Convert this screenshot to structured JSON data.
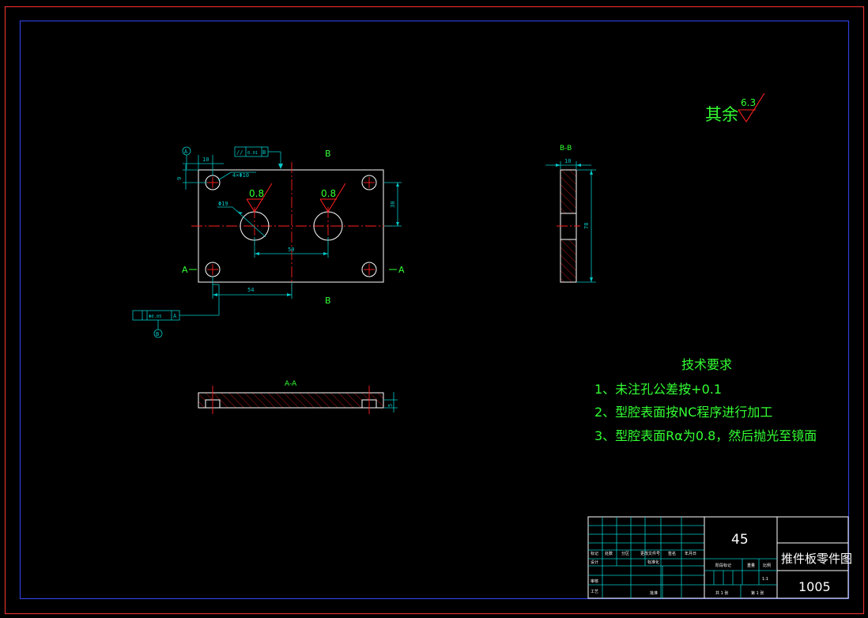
{
  "drawing": {
    "surface_finish": {
      "other": "其余",
      "value": "6.3"
    },
    "front_view": {
      "datum_a": "A",
      "datum_b": "B",
      "dim_top_10": "10",
      "dim_left_9": "9",
      "hole_note": "4×Φ10",
      "flatness_frame": {
        "symbol": "//",
        "tolerance": "0.01",
        "datum": "B"
      },
      "finish_left": "0.8",
      "finish_right": "0.8",
      "dia_19": "Φ19",
      "dim_30": "30",
      "dim_50": "50",
      "dim_54": "54",
      "section_label_b": "B",
      "section_label_a": "A",
      "section_dash": "—",
      "position_frame": {
        "tolerance": "Φ0.05",
        "datum": "A"
      }
    },
    "section_bb": {
      "title": "B-B",
      "dim_10": "10",
      "dim_78": "78"
    },
    "section_aa": {
      "title": "A-A",
      "dim_5": "5"
    },
    "tech_requirements": {
      "title": "技术要求",
      "items": [
        "1、未注孔公差按+0.1",
        "2、型腔表面按NC程序进行加工",
        "3、型腔表面Rα为0.8，然后抛光至镜面"
      ]
    },
    "title_block": {
      "material": "45",
      "part_name": "推件板零件图",
      "drawing_number": "1005",
      "scale": "1:1",
      "row_labels": [
        "标记",
        "处数",
        "分区",
        "更改文件号",
        "签名",
        "年月日"
      ],
      "left_labels": [
        "设计",
        "审核",
        "工艺"
      ],
      "left_right_labels": [
        "标准化",
        "批准"
      ],
      "mid_labels": [
        "阶段标记",
        "重量",
        "比例"
      ],
      "sheet_text": [
        "共 1 张",
        "第 1 张"
      ]
    }
  }
}
